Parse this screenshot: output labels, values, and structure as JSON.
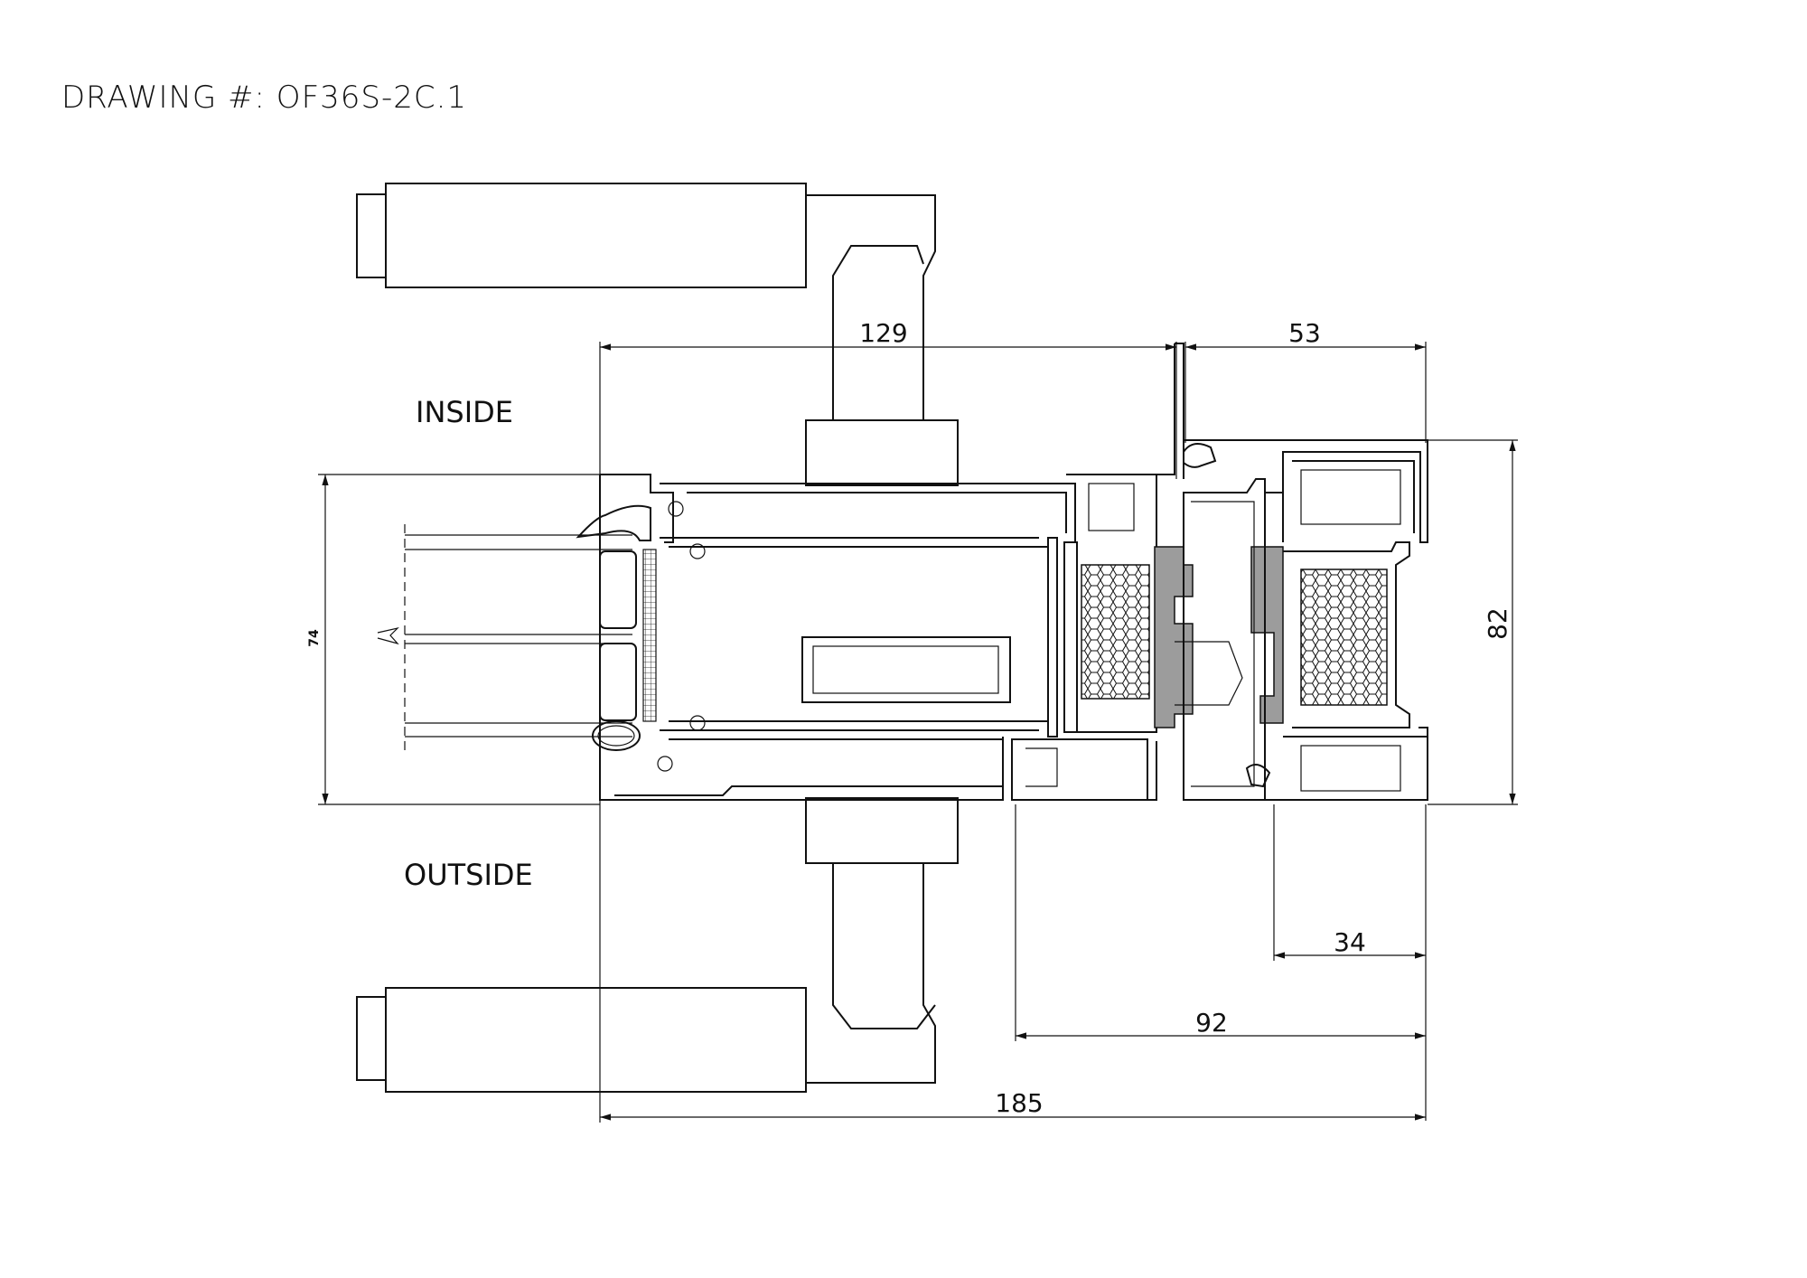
{
  "drawing": {
    "title": "DRAWING #: OF36S-2C.1",
    "labels": {
      "inside": "INSIDE",
      "outside": "OUTSIDE"
    },
    "dimensions": {
      "d129": "129",
      "d53": "53",
      "d82": "82",
      "d74": "74",
      "d34": "34",
      "d92": "92",
      "d185": "185"
    }
  }
}
